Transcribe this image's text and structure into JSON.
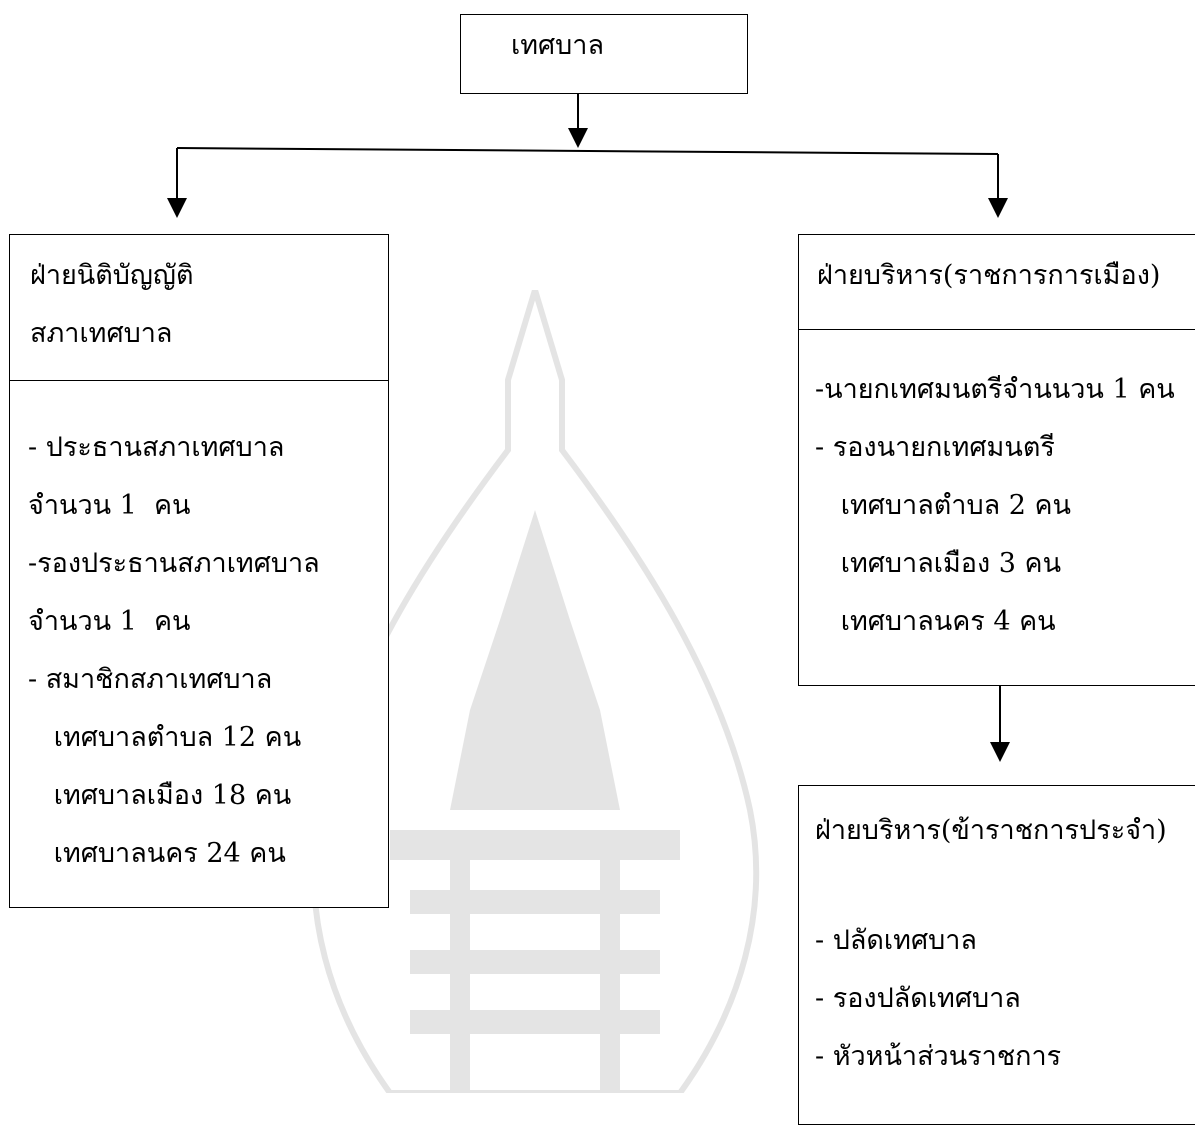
{
  "root": {
    "title": "เทศบาล"
  },
  "legislative": {
    "title_line1": "ฝ่ายนิติบัญญัติ",
    "title_line2": "สภาเทศบาล",
    "items": [
      "- ประธานสภาเทศบาล",
      "จำนวน 1  คน",
      "-รองประธานสภาเทศบาล",
      "จำนวน 1  คน",
      "- สมาชิกสภาเทศบาล",
      "   เทศบาลตำบล 12 คน",
      "   เทศบาลเมือง 18 คน",
      "   เทศบาลนคร 24 คน"
    ]
  },
  "executive_political": {
    "title": "ฝ่ายบริหาร(ราชการการเมือง)",
    "items": [
      "-นายกเทศมนตรีจำนนวน 1 คน",
      "- รองนายกเทศมนตรี",
      "   เทศบาลตำบล 2 คน",
      "   เทศบาลเมือง 3 คน",
      "   เทศบาลนคร 4 คน"
    ]
  },
  "executive_civil": {
    "title": "ฝ่ายบริหาร(ข้าราชการประจำ)",
    "items": [
      "- ปลัดเทศบาล",
      "- รองปลัดเทศบาล",
      "- หัวหน้าส่วนราชการ"
    ]
  }
}
